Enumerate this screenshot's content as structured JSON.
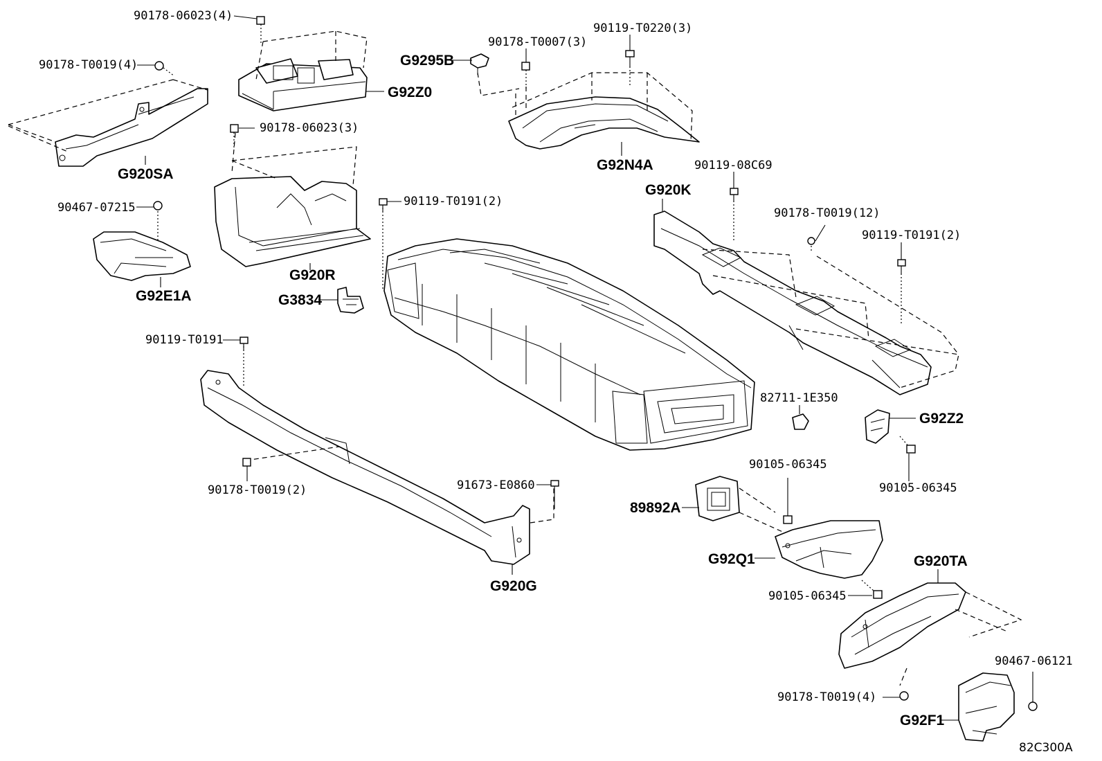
{
  "diagram": {
    "callouts": [
      {
        "id": "c1",
        "text": "90178-06023(4)"
      },
      {
        "id": "c2",
        "text": "90178-T0019(4)"
      },
      {
        "id": "c3",
        "text": "G92Z0"
      },
      {
        "id": "c4",
        "text": "G9295B"
      },
      {
        "id": "c5",
        "text": "90178-T0007(3)"
      },
      {
        "id": "c6",
        "text": "90119-T0220(3)"
      },
      {
        "id": "c7",
        "text": "90178-06023(3)"
      },
      {
        "id": "c8",
        "text": "G920SA"
      },
      {
        "id": "c9",
        "text": "G92N4A"
      },
      {
        "id": "c10",
        "text": "90119-08C69"
      },
      {
        "id": "c11",
        "text": "G920K"
      },
      {
        "id": "c12",
        "text": "90467-07215"
      },
      {
        "id": "c13",
        "text": "90119-T0191(2)"
      },
      {
        "id": "c14",
        "text": "90178-T0019(12)"
      },
      {
        "id": "c15",
        "text": "90119-T0191(2)"
      },
      {
        "id": "c16",
        "text": "G920R"
      },
      {
        "id": "c17",
        "text": "G92E1A"
      },
      {
        "id": "c18",
        "text": "G3834"
      },
      {
        "id": "c19",
        "text": "90119-T0191"
      },
      {
        "id": "c20",
        "text": "82711-1E350"
      },
      {
        "id": "c21",
        "text": "G92Z2"
      },
      {
        "id": "c22",
        "text": "90105-06345"
      },
      {
        "id": "c23",
        "text": "90105-06345"
      },
      {
        "id": "c24",
        "text": "90178-T0019(2)"
      },
      {
        "id": "c25",
        "text": "91673-E0860"
      },
      {
        "id": "c26",
        "text": "89892A"
      },
      {
        "id": "c27",
        "text": "G92Q1"
      },
      {
        "id": "c28",
        "text": "G920TA"
      },
      {
        "id": "c29",
        "text": "G920G"
      },
      {
        "id": "c30",
        "text": "90105-06345"
      },
      {
        "id": "c31",
        "text": "90467-06121"
      },
      {
        "id": "c32",
        "text": "90178-T0019(4)"
      },
      {
        "id": "c33",
        "text": "G92F1"
      }
    ],
    "reference_code": "82C300A"
  }
}
